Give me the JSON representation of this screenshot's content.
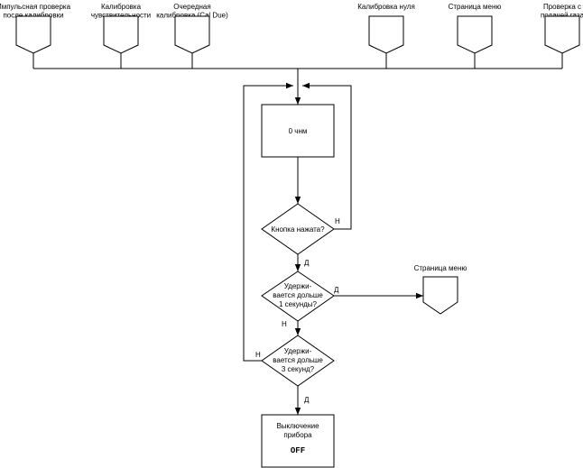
{
  "entry_points": [
    {
      "lines": [
        "Импульсная проверка",
        "после калибровки"
      ]
    },
    {
      "lines": [
        "Калибровка",
        "чувствительности"
      ]
    },
    {
      "lines": [
        "Очередная",
        "калибровка (Cal Due)"
      ]
    },
    {
      "lines": [
        "Калибровка нуля"
      ]
    },
    {
      "lines": [
        "Страница меню"
      ]
    },
    {
      "lines": [
        "Проверка с",
        "подачей газа"
      ]
    }
  ],
  "display_box": {
    "label": "0 чнм"
  },
  "decisions": [
    {
      "lines": [
        "Кнопка нажата?"
      ]
    },
    {
      "lines": [
        "Удержи-",
        "вается дольше",
        "1 секунды?"
      ]
    },
    {
      "lines": [
        "Удержи-",
        "вается дольше",
        "3 секунд?"
      ]
    }
  ],
  "edge_labels": {
    "d1_no": "Н",
    "d1_yes": "Д",
    "d2_yes": "Д",
    "d2_no": "Н",
    "d3_no": "Н",
    "d3_yes": "Д"
  },
  "menu_connector": {
    "label": "Страница меню"
  },
  "power_off_box": {
    "lines": [
      "Выключение",
      "прибора"
    ],
    "code": "OFF"
  }
}
